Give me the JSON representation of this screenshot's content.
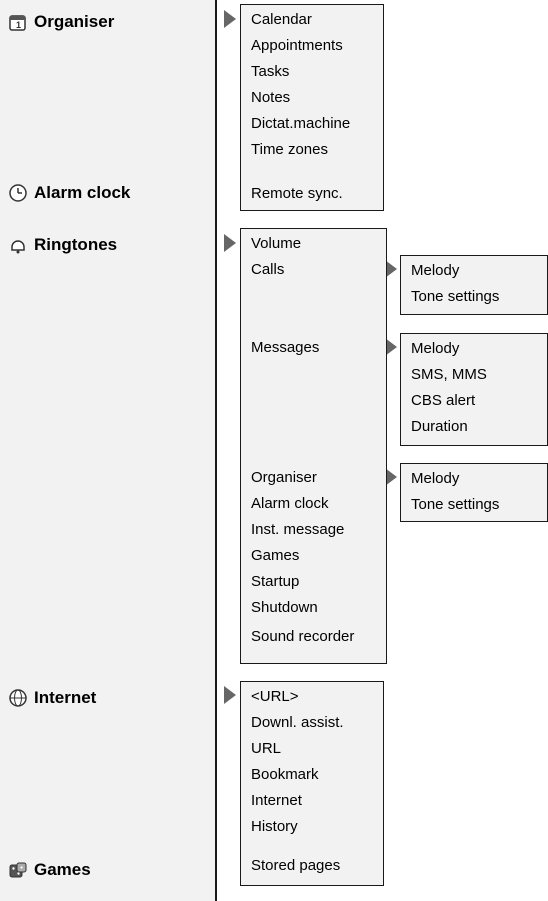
{
  "categories": {
    "organiser": "Organiser",
    "alarm": "Alarm clock",
    "ringtones": "Ringtones",
    "internet": "Internet",
    "games": "Games"
  },
  "organiser_menu": [
    "Calendar",
    "Appointments",
    "Tasks",
    "Notes",
    "Dictat.machine",
    "Time zones",
    "Remote sync."
  ],
  "ringtones_menu": [
    "Volume",
    "Calls",
    "Messages",
    "Organiser",
    "Alarm clock",
    "Inst. message",
    "Games",
    "Startup",
    "Shutdown",
    "Sound recorder"
  ],
  "calls_sub": [
    "Melody",
    "Tone settings"
  ],
  "messages_sub": [
    "Melody",
    "SMS, MMS",
    "CBS alert",
    "Duration"
  ],
  "organiser_sub": [
    "Melody",
    "Tone settings"
  ],
  "internet_menu": [
    "<URL>",
    "Downl. assist.",
    "URL",
    "Bookmark",
    "Internet",
    "History",
    "Stored pages"
  ]
}
